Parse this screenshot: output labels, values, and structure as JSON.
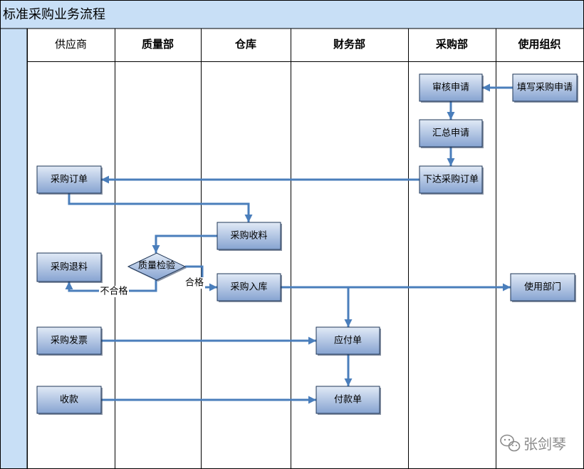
{
  "title": "标准采购业务流程",
  "lanes": [
    "供应商",
    "质量部",
    "仓库",
    "财务部",
    "采购部",
    "使用组织"
  ],
  "nodes": {
    "fill_purchase_request": "填写采购申请",
    "review_request": "审核申请",
    "summarize_request": "汇总申请",
    "issue_purchase_order": "下达采购订单",
    "purchase_order": "采购订单",
    "purchase_receiving": "采购收料",
    "quality_inspection": "质量检验",
    "purchase_return": "采购退料",
    "purchase_warehousing": "采购入库",
    "using_department": "使用部门",
    "purchase_invoice": "采购发票",
    "payable_bill": "应付单",
    "receipt": "收款",
    "payment_bill": "付款单"
  },
  "edge_labels": {
    "fail": "不合格",
    "pass": "合格"
  },
  "watermark": {
    "icon": "wechat-icon",
    "text": "张剑琴"
  },
  "colors": {
    "lane_band": "#c8dff6",
    "node_gradient_top": "#e1eaf6",
    "node_gradient_bottom": "#86a3d1",
    "node_border": "#1e3556",
    "edge": "#4a7ebb",
    "watermark": "#8a8a8a"
  }
}
